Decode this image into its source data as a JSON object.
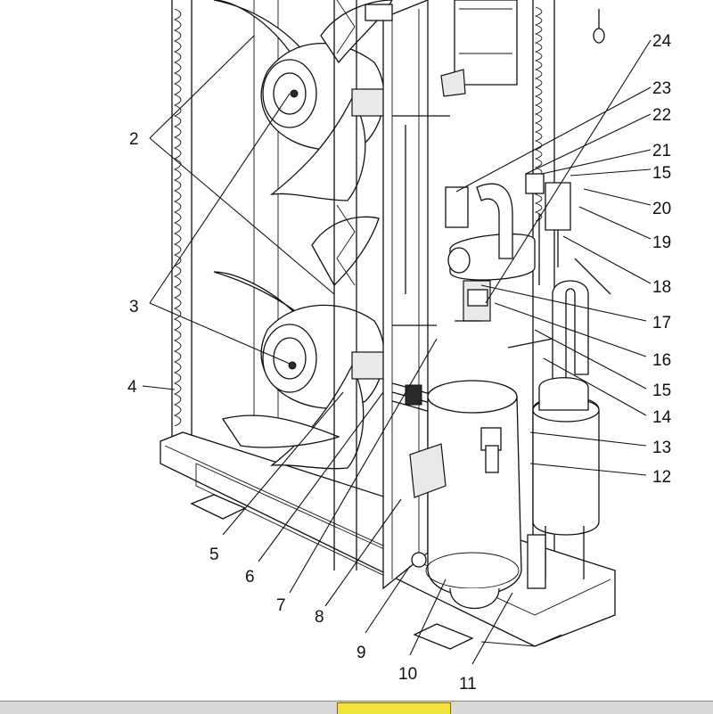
{
  "diagram": {
    "callouts": [
      "2",
      "3",
      "4",
      "5",
      "6",
      "7",
      "8",
      "9",
      "10",
      "11",
      "12",
      "13",
      "14",
      "15",
      "16",
      "17",
      "18",
      "19",
      "20",
      "15",
      "21",
      "22",
      "23",
      "24"
    ]
  }
}
